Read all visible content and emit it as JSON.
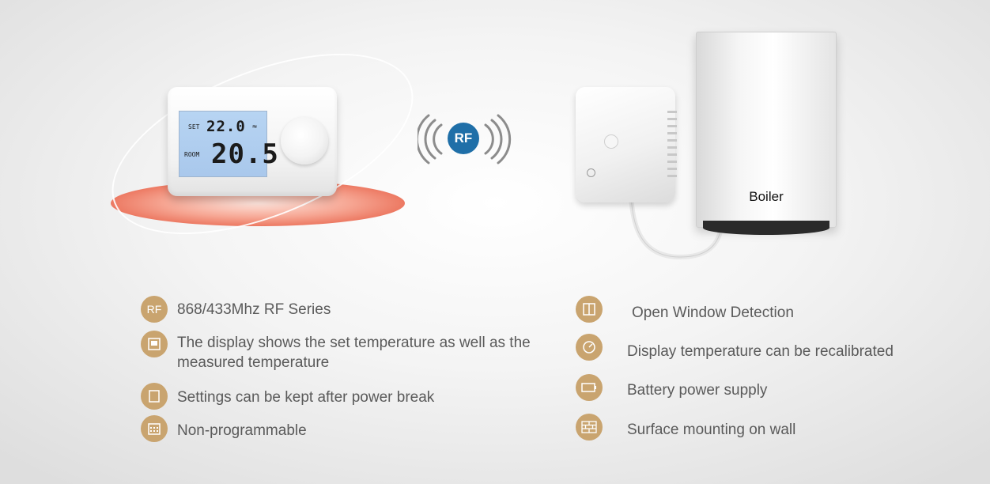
{
  "thermostat": {
    "set_label": "SET",
    "set_value": "22.0",
    "room_label": "ROOM",
    "room_value": "20.5"
  },
  "rf_badge": "RF",
  "boiler": {
    "label": "Boiler"
  },
  "features_left": [
    {
      "icon": "rf-icon",
      "icon_text": "RF",
      "text": "868/433Mhz RF Series"
    },
    {
      "icon": "display-icon",
      "text": "The display shows the set temperature as well as the measured temperature"
    },
    {
      "icon": "memory-icon",
      "text": "Settings can be kept after power break"
    },
    {
      "icon": "calendar-icon",
      "text": "Non-programmable"
    }
  ],
  "features_right": [
    {
      "icon": "window-icon",
      "text": "Open Window Detection"
    },
    {
      "icon": "gauge-icon",
      "text": "Display temperature can be recalibrated"
    },
    {
      "icon": "battery-icon",
      "text": "Battery power supply"
    },
    {
      "icon": "wall-brick-icon",
      "text": "Surface mounting on wall"
    }
  ],
  "colors": {
    "icon_gold": "#c9a46f",
    "rf_blue": "#1f6fa8",
    "text_gray": "#5a5a5a",
    "disc_orange": "#ec7760"
  }
}
